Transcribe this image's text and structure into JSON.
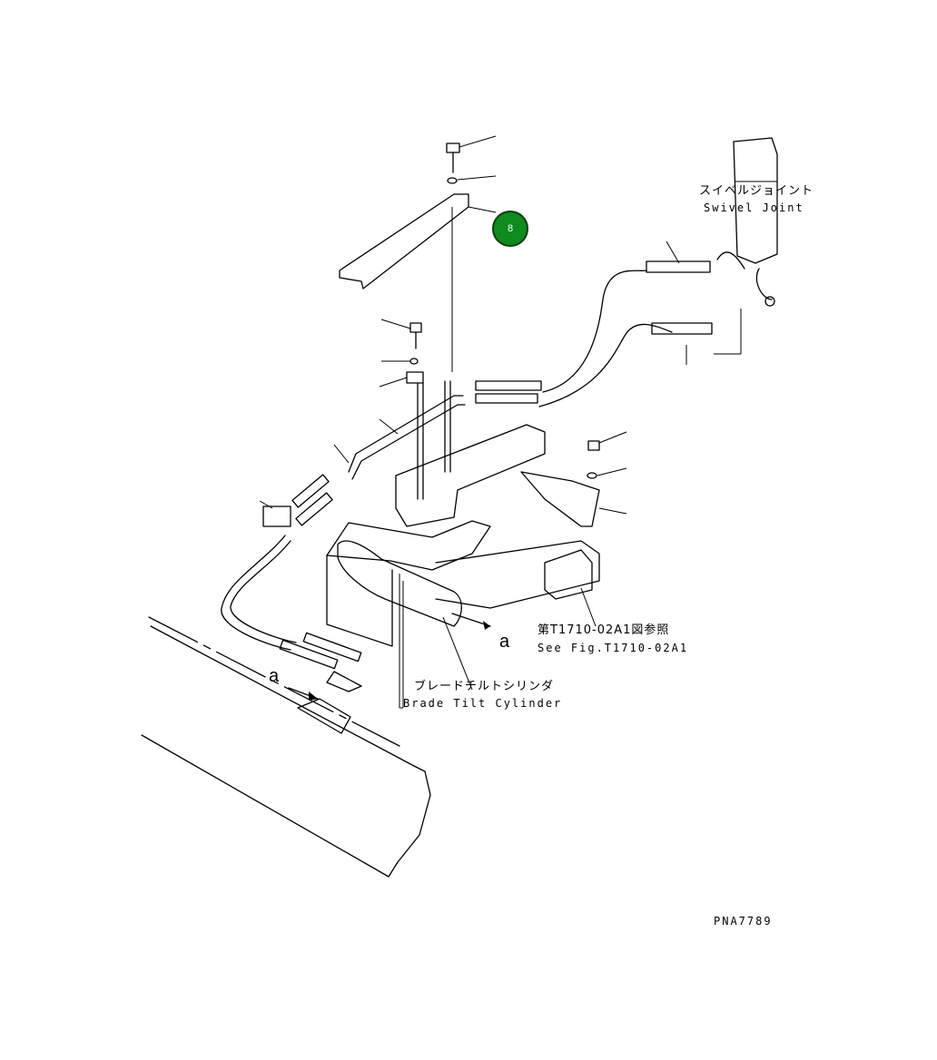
{
  "callout": {
    "number": "8",
    "color": "#0f8a1e"
  },
  "labels": {
    "swivel_jp": "スイベルジョイント",
    "swivel_en": "Swivel Joint",
    "see_fig_jp": "第T1710-02A1図参照",
    "see_fig_en": "See Fig.T1710-02A1",
    "tilt_jp": "ブレードチルトシリンダ",
    "tilt_en": "Brade Tilt Cylinder",
    "marker_a1": "a",
    "marker_a2": "a",
    "figure_code": "PNA7789"
  }
}
